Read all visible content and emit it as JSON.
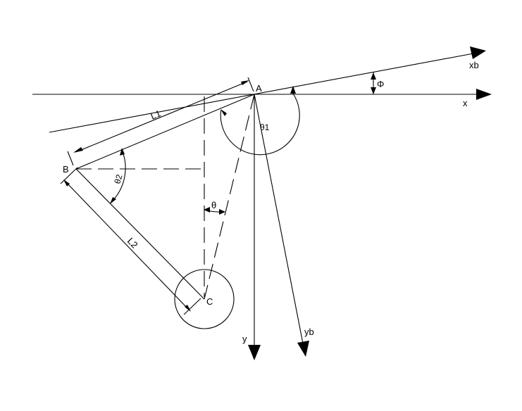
{
  "labels": {
    "point_a": "A",
    "point_b": "B",
    "point_c": "C",
    "axis_x": "x",
    "axis_y": "y",
    "axis_xb": "xb",
    "axis_yb": "yb",
    "link_l1": "L1",
    "link_l2": "L2",
    "angle_theta": "θ",
    "angle_theta1": "θ1",
    "angle_theta2": "θ2",
    "angle_phi": "Φ"
  }
}
